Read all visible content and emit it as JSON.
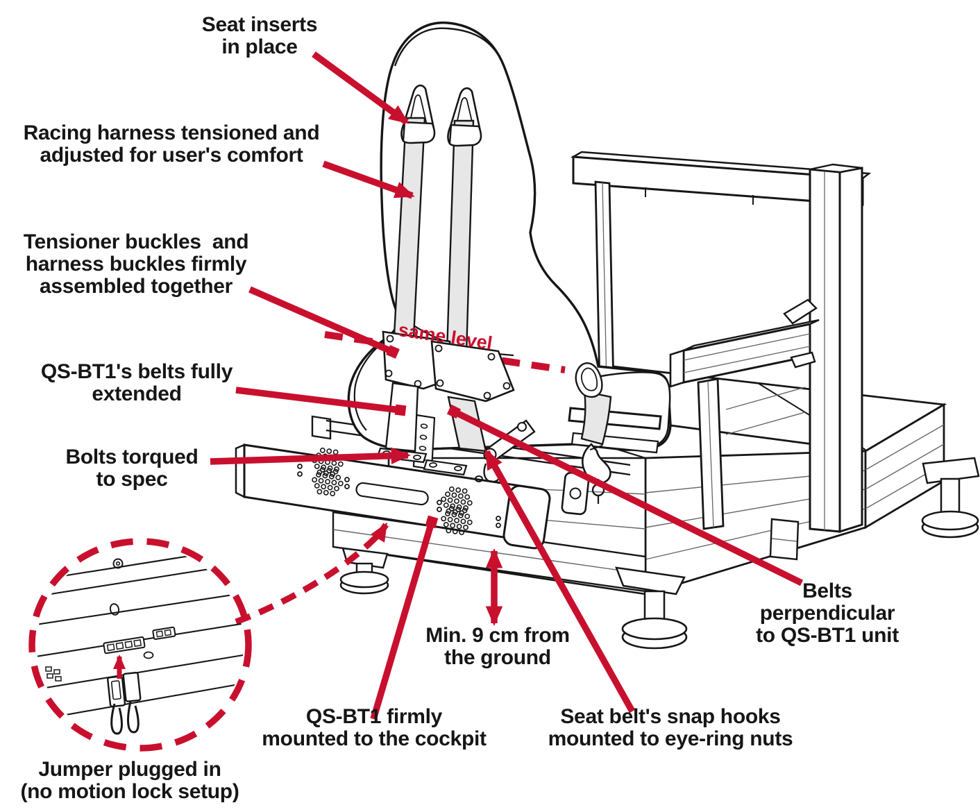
{
  "colors": {
    "annotation_red": "#c8102e",
    "line_black": "#161616",
    "belt_gray": "#e7e7e7",
    "background": "#ffffff"
  },
  "annotations": {
    "seat_inserts": {
      "line1": "Seat inserts",
      "line2": "in place"
    },
    "racing_harness": {
      "line1": "Racing harness tensioned and",
      "line2": "adjusted for user's comfort"
    },
    "tensioner_buckles": {
      "line1": "Tensioner buckles  and",
      "line2": "harness buckles firmly",
      "line3": "assembled together"
    },
    "belts_extended": {
      "line1": "QS-BT1's belts fully",
      "line2": "extended"
    },
    "bolts_torqued": {
      "line1": "Bolts torqued",
      "line2": "to spec"
    },
    "same_level": {
      "text": "same level"
    },
    "belts_perpendicular": {
      "line1": "Belts perpendicular",
      "line2": "to QS-BT1 unit"
    },
    "min_ground": {
      "line1": "Min. 9 cm from",
      "line2": "the ground"
    },
    "qsbt1_mounted": {
      "line1": "QS-BT1 firmly",
      "line2": "mounted to the cockpit"
    },
    "snap_hooks": {
      "line1": "Seat belt's snap hooks",
      "line2": "mounted to eye-ring nuts"
    },
    "jumper": {
      "line1": "Jumper plugged in",
      "line2": "(no motion lock setup)"
    }
  }
}
